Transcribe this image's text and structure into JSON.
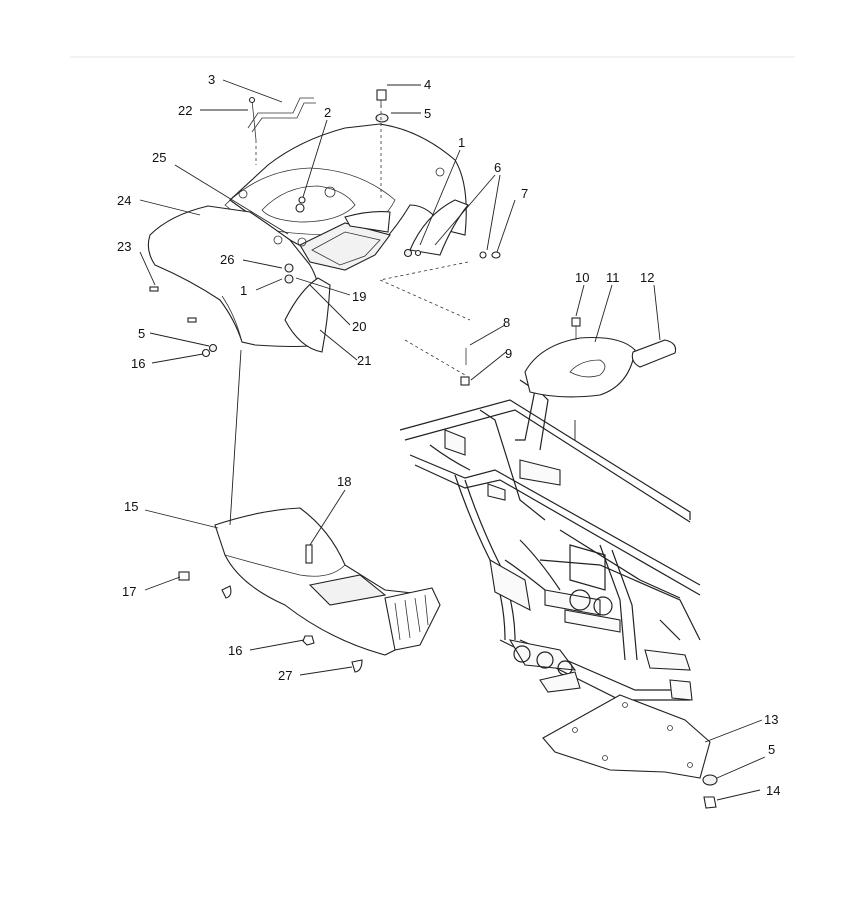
{
  "callouts": [
    {
      "id": "c3",
      "label": "3"
    },
    {
      "id": "c4",
      "label": "4"
    },
    {
      "id": "c22",
      "label": "22"
    },
    {
      "id": "c2",
      "label": "2"
    },
    {
      "id": "c5a",
      "label": "5"
    },
    {
      "id": "c1a",
      "label": "1"
    },
    {
      "id": "c25",
      "label": "25"
    },
    {
      "id": "c6",
      "label": "6"
    },
    {
      "id": "c7",
      "label": "7"
    },
    {
      "id": "c24",
      "label": "24"
    },
    {
      "id": "c23",
      "label": "23"
    },
    {
      "id": "c26",
      "label": "26"
    },
    {
      "id": "c1b",
      "label": "1"
    },
    {
      "id": "c19",
      "label": "19"
    },
    {
      "id": "c10",
      "label": "10"
    },
    {
      "id": "c11",
      "label": "11"
    },
    {
      "id": "c12",
      "label": "12"
    },
    {
      "id": "c20",
      "label": "20"
    },
    {
      "id": "c8",
      "label": "8"
    },
    {
      "id": "c5b",
      "label": "5"
    },
    {
      "id": "c16a",
      "label": "16"
    },
    {
      "id": "c21",
      "label": "21"
    },
    {
      "id": "c9",
      "label": "9"
    },
    {
      "id": "c18",
      "label": "18"
    },
    {
      "id": "c15",
      "label": "15"
    },
    {
      "id": "c17",
      "label": "17"
    },
    {
      "id": "c16b",
      "label": "16"
    },
    {
      "id": "c27",
      "label": "27"
    },
    {
      "id": "c13",
      "label": "13"
    },
    {
      "id": "c5c",
      "label": "5"
    },
    {
      "id": "c14",
      "label": "14"
    }
  ]
}
